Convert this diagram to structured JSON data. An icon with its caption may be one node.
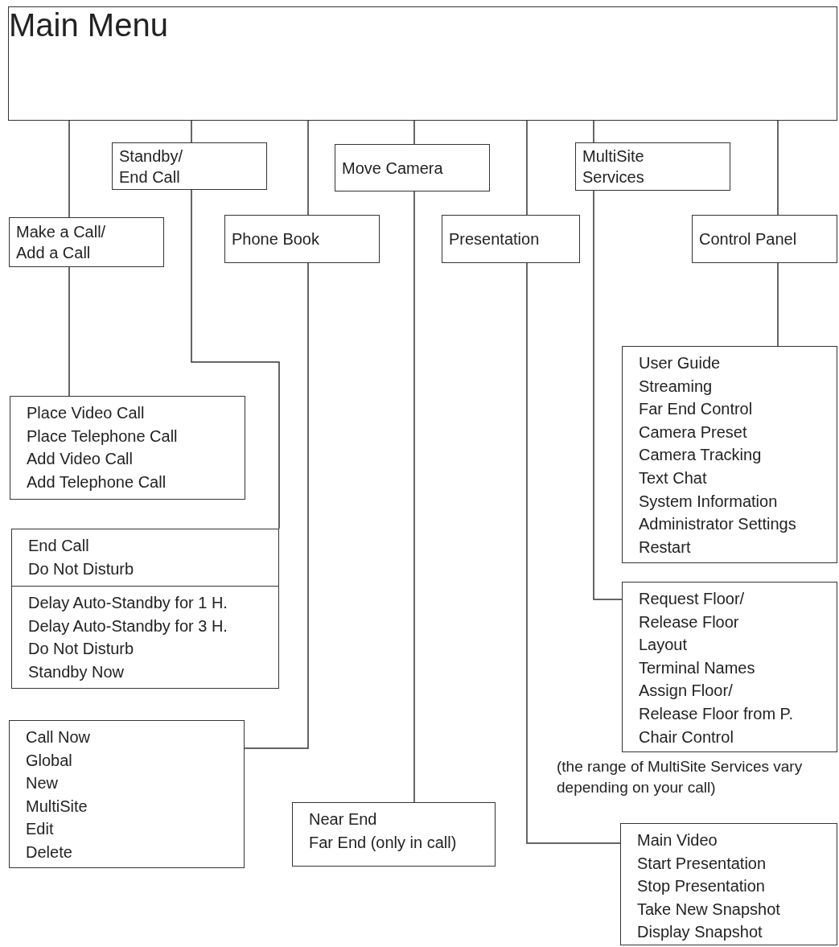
{
  "diagram": {
    "nodes": [
      {
        "text": [
          "Main Menu"
        ]
      },
      {
        "text": [
          "Standby/ End Call"
        ]
      },
      {
        "text": [
          "Move Camera"
        ]
      },
      {
        "text": [
          "MultiSite Services"
        ]
      },
      {
        "text": [
          "Make a Call/ Add a Call"
        ]
      },
      {
        "text": [
          "Phone Book"
        ]
      },
      {
        "text": [
          "Presentation"
        ]
      },
      {
        "text": [
          "Control Panel"
        ]
      },
      {
        "text": [
          "User Guide",
          "Streaming",
          "Far End Control",
          "Camera Preset",
          "Camera Tracking",
          "Text Chat",
          "System Information",
          "Administrator Settings",
          "Restart"
        ]
      },
      {
        "text": [
          "Place Video Call",
          "Place Telephone Call",
          "Add Video Call",
          "Add Telephone Call"
        ]
      },
      {
        "text": [
          "End Call",
          "Do Not Disturb"
        ]
      },
      {
        "text": [
          "Delay Auto-Standby for 1 H.",
          "Delay Auto-Standby for 3 H.",
          "Do Not Disturb",
          "Standby Now"
        ]
      },
      {
        "text": [
          "Request Floor/ Release Floor",
          "Layout",
          "Terminal Names",
          "Assign Floor/ Release Floor from P.",
          "Chair Control"
        ]
      },
      {
        "text": [
          "Call Now",
          "Global",
          "New",
          "MultiSite",
          "Edit",
          "Delete"
        ]
      },
      {
        "text": [
          "Near End",
          "Far End (only in call)"
        ]
      },
      {
        "text": [
          "Main Video",
          "Start Presentation",
          "Stop Presentation",
          "Take New Snapshot",
          "Display Snapshot"
        ]
      }
    ],
    "edges": [
      {
        "from": 0,
        "to": 1,
        "arrow": "none"
      },
      {
        "from": 0,
        "to": 2,
        "arrow": "none"
      },
      {
        "from": 0,
        "to": 3,
        "arrow": "none"
      },
      {
        "from": 0,
        "to": 4,
        "arrow": "none"
      },
      {
        "from": 0,
        "to": 5,
        "arrow": "none"
      },
      {
        "from": 0,
        "to": 6,
        "arrow": "none"
      },
      {
        "from": 0,
        "to": 7,
        "arrow": "none"
      },
      {
        "from": 1,
        "to": 10,
        "arrow": "none"
      },
      {
        "from": 2,
        "to": 14,
        "arrow": "none"
      },
      {
        "from": 3,
        "to": 12,
        "arrow": "none"
      },
      {
        "from": 4,
        "to": 9,
        "arrow": "none"
      },
      {
        "from": 5,
        "to": 13,
        "arrow": "none"
      },
      {
        "from": 6,
        "to": 15,
        "arrow": "none"
      },
      {
        "from": 7,
        "to": 8,
        "arrow": "none"
      }
    ],
    "labels": [
      "(the range of MultiSite Services vary depending on your call)"
    ]
  }
}
